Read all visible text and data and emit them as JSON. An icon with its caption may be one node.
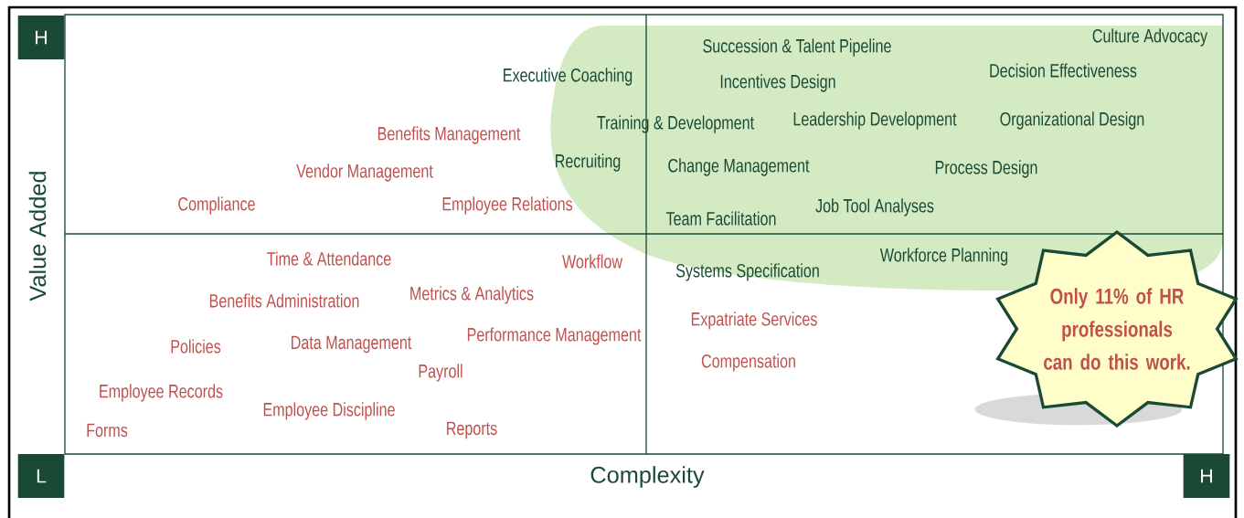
{
  "diagram": {
    "nodes": [
      {
        "text": [
          "H"
        ]
      },
      {
        "text": [
          "L"
        ]
      },
      {
        "text": [
          "H"
        ]
      },
      {
        "text": [
          "Only 11% of HR professionals can do this work."
        ]
      }
    ],
    "labels": [
      "Culture Advocacy",
      "Succession & Talent Pipeline",
      "Decision Effectiveness",
      "Executive Coaching",
      "Incentives Design",
      "Training & Development",
      "Leadership Development",
      "Organizational Design",
      "Benefits Management",
      "Recruiting",
      "Change Management",
      "Process Design",
      "Vendor Management",
      "Compliance",
      "Employee Relations",
      "Job Tool Analyses",
      "Team Facilitation",
      "Value Added",
      "Workforce Planning",
      "Time & Attendance",
      "Workflow",
      "Systems Specification",
      "Metrics & Analytics",
      "Benefits Administration",
      "Expatriate Services",
      "Performance Management",
      "Data Management",
      "Policies",
      "Compensation",
      "Payroll",
      "Employee Records",
      "Employee Discipline",
      "Forms",
      "Reports",
      "Complexity"
    ]
  }
}
